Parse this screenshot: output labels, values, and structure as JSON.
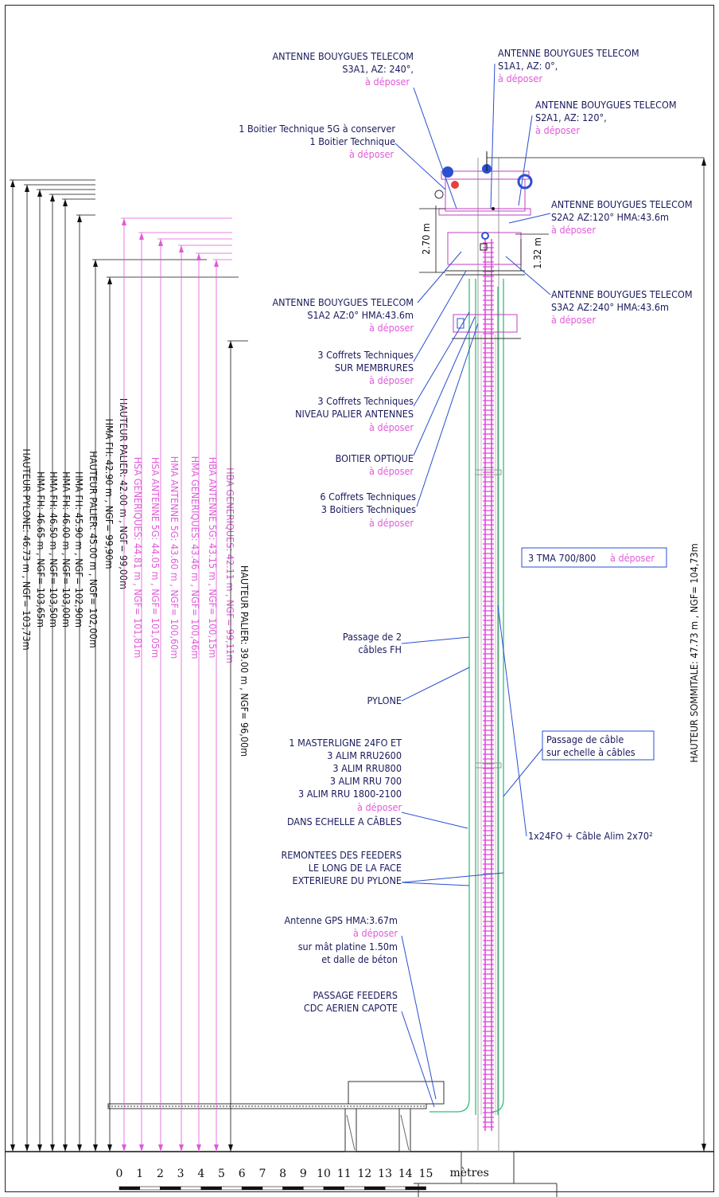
{
  "colors": {
    "ink": "#1a1a5e",
    "pink": "#e05ad8",
    "green": "#2fbf7a",
    "black": "#111111",
    "blue": "#2a4fd0"
  },
  "top_labels": {
    "s3a1": {
      "title": "ANTENNE BOUYGUES TELECOM",
      "line2": "S3A1, AZ: 240°,",
      "status": "à déposer"
    },
    "s1a1": {
      "title": "ANTENNE BOUYGUES TELECOM",
      "line2": "S1A1, AZ: 0°,",
      "status": "à déposer"
    },
    "s2a1": {
      "title": "ANTENNE BOUYGUES TELECOM",
      "line2": "S2A1, AZ: 120°,",
      "status": "à déposer"
    },
    "boitier5g": {
      "line1": "1 Boitier Technique 5G à conserver",
      "line2": "1 Boitier Technique",
      "status": "à déposer"
    },
    "s2a2": {
      "title": "ANTENNE BOUYGUES TELECOM",
      "line2": "S2A2 AZ:120° HMA:43.6m",
      "status": "à déposer"
    },
    "s3a2": {
      "title": "ANTENNE BOUYGUES TELECOM",
      "line2": "S3A2 AZ:240° HMA:43.6m",
      "status": "à déposer"
    },
    "s1a2": {
      "title": "ANTENNE BOUYGUES TELECOM",
      "line2": "S1A2 AZ:0° HMA:43.6m",
      "status": "à déposer"
    }
  },
  "left_labels": {
    "coffrets_membrures": {
      "line1": "3 Coffrets Techniques",
      "line2": "SUR MEMBRURES",
      "status": "à déposer"
    },
    "coffrets_palier": {
      "line1": "3 Coffrets Techniques",
      "line2": "NIVEAU PALIER ANTENNES",
      "status": "à déposer"
    },
    "boitier_optique": {
      "line1": "BOITIER OPTIQUE",
      "status": "à déposer"
    },
    "coffrets6": {
      "line1": "6 Coffrets Techniques",
      "line2": "3 Boitiers Techniques",
      "status": "à déposer"
    },
    "passage_fh": {
      "line1": "Passage de 2",
      "line2": "câbles FH"
    },
    "pylone": {
      "line1": "PYLONE"
    },
    "masterligne": {
      "line1": "1 MASTERLIGNE 24FO ET",
      "line2": "3 ALIM RRU2600",
      "line3": "3 ALIM RRU800",
      "line4": "3 ALIM  RRU 700",
      "line5": "3 ALIM RRU 1800-2100",
      "status": "à déposer",
      "line6": "DANS ECHELLE A CÂBLES"
    },
    "feeders": {
      "line1": "REMONTEES DES FEEDERS",
      "line2": "LE LONG DE LA FACE",
      "line3": "EXTERIEURE DU PYLONE"
    },
    "gps": {
      "line1": "Antenne GPS HMA:3.67m",
      "status": "à déposer",
      "line2": "sur mât platine 1.50m",
      "line3": "et dalle de béton"
    },
    "passage_feeders": {
      "line1": "PASSAGE FEEDERS",
      "line2": "CDC AERIEN CAPOTE"
    }
  },
  "right_labels": {
    "tma": {
      "text": "3 TMA 700/800",
      "status": "à déposer"
    },
    "echelle": {
      "line1": "Passage de câble",
      "line2": "sur echelle à câbles"
    },
    "cable": {
      "text": "1x24FO + Câble Alim 2x70²"
    },
    "hauteur_sommitale": "HAUTEUR SOMMITALE: 47.73 m , NGF= 104,73m"
  },
  "dims": {
    "d270": "2.70 m",
    "d132": "1.32 m"
  },
  "black_dims": [
    "HAUTEUR PYLONE: 46.73 m , NGF= 103,73m",
    "HMA FH: 46.65 m , NGF= 103,65m",
    "HMA FH: 46.50 m , NGF= 103,50m",
    "HMA FH: 46.00 m , NGF= 103,00m",
    "HMA FH: 45.90 m , NGF= 102,90m",
    "HAUTEUR PALIER: 45.00 m , NGF= 102,00m",
    "HMA FH: 42.90 m , NGF= 99,90m",
    "HAUTEUR PALIER: 42.00 m , NGF= 99,00m"
  ],
  "pink_dims": [
    "HSA GENERIQUES: 44.81 m , NGF= 101,81m",
    "HSA ANTENNE 5G: 44.05 m , NGF= 101,05m",
    "HMA ANTENNE 5G: 43.60 m , NGF= 100,60m",
    "HMA GENERIQUES: 43.46 m , NGF= 100,46m",
    "HBA ANTENNE 5G: 43.15 m , NGF= 100,15m",
    "HBA GENERIQUES: 42.11 m , NGF= 99,11m"
  ],
  "last_dim": "HAUTEUR PALIER: 39.00 m , NGF= 96,00m",
  "scale": {
    "ticks": [
      "0",
      "1",
      "2",
      "3",
      "4",
      "5",
      "6",
      "7",
      "8",
      "9",
      "10",
      "11",
      "12",
      "13",
      "14",
      "15"
    ],
    "unit": "mètres"
  }
}
